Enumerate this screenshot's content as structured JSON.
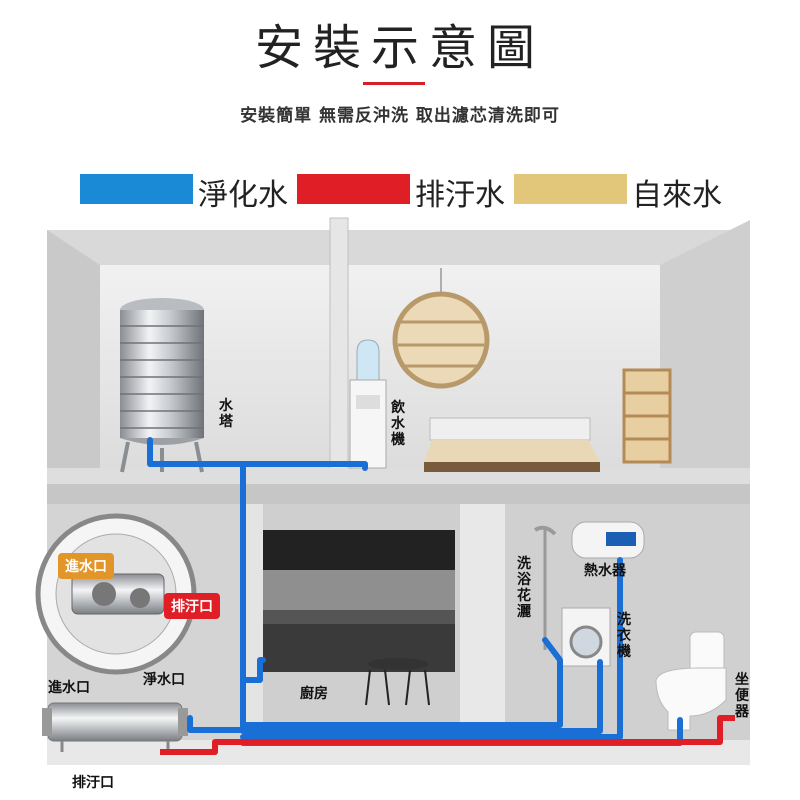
{
  "title": "安裝示意圖",
  "subtitle": "安裝簡單 無需反沖洗 取出濾芯清洗即可",
  "legend": [
    {
      "label": "淨化水",
      "color": "#1a8ad6"
    },
    {
      "label": "排汙水",
      "color": "#e01e26"
    },
    {
      "label": "自來水",
      "color": "#e2c77a"
    }
  ],
  "labels": {
    "water_tower": "水塔",
    "water_dispenser": "飲水機",
    "shower": "洗浴花灑",
    "water_heater": "熱水器",
    "washing_machine": "洗衣機",
    "kitchen": "廚房",
    "toilet": "坐便器",
    "inlet": "進水口",
    "purified_outlet": "淨水口",
    "drain_outlet": "排汙口",
    "inlet_tag": "進水口",
    "drain_tag": "排汙口"
  }
}
